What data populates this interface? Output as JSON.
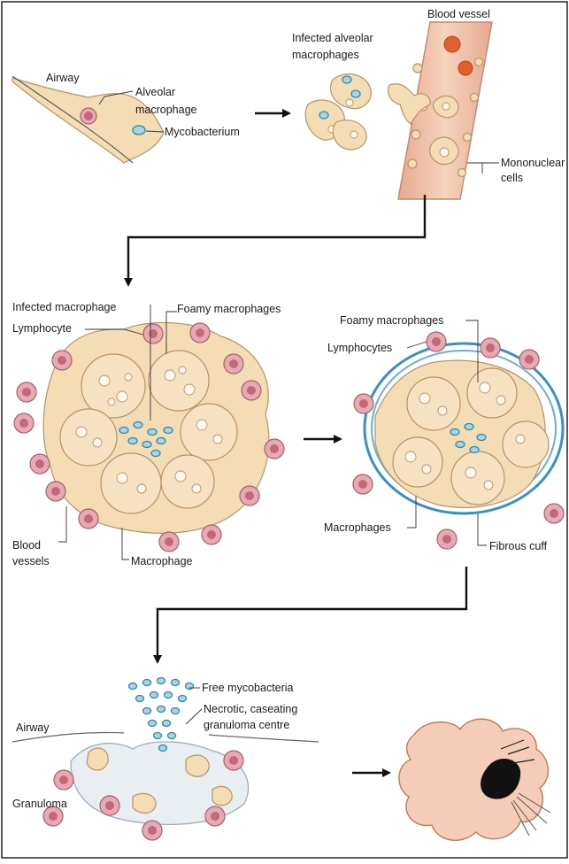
{
  "labels": {
    "airway_top": "Airway",
    "alveolar_macrophage": "Alveolar macrophage",
    "mycobacterium": "Mycobacterium",
    "infected_alveolar_macrophages": "Infected alveolar macrophages",
    "blood_vessel": "Blood vessel",
    "mononuclear_cells": "Mononuclear cells",
    "infected_macrophage": "Infected macrophage",
    "foamy_macrophages_left": "Foamy macrophages",
    "lymphocyte": "Lymphocyte",
    "blood_vessels": "Blood vessels",
    "macrophage": "Macrophage",
    "foamy_macrophages_right": "Foamy macrophages",
    "lymphocytes": "Lymphocytes",
    "macrophages": "Macrophages",
    "fibrous_cuff": "Fibrous cuff",
    "free_mycobacteria": "Free mycobacteria",
    "necrotic_centre": "Necrotic, caseating granuloma centre",
    "airway_bottom": "Airway",
    "granuloma": "Granuloma"
  },
  "colors": {
    "cell": "#f4dcb4",
    "lymphocyte": "#e7aab4",
    "bacterium": "#2f8aa8",
    "blood_vessel": "#f0c4a8",
    "fibrous_cuff": "#3a8fc4",
    "red_blood_cell": "#e2602e"
  }
}
